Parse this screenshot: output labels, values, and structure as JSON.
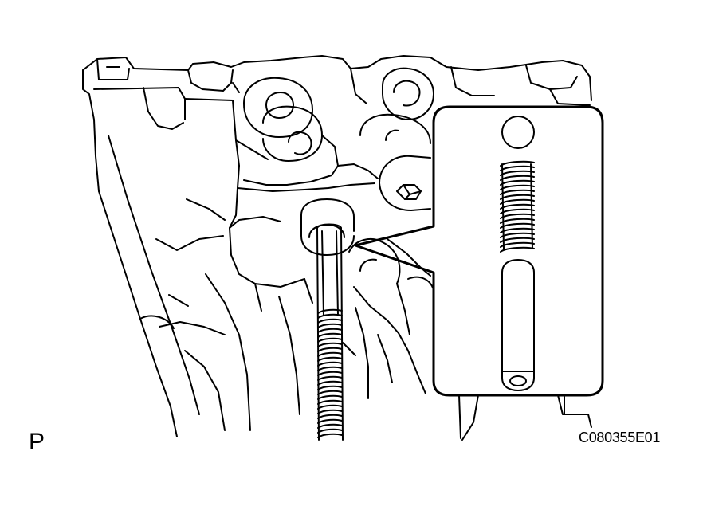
{
  "labels": {
    "view_label": "P",
    "figure_code": "C080355E01"
  },
  "colors": {
    "ink": "#000000",
    "background": "#ffffff"
  },
  "icons": {
    "housing": "transmission-housing-outline",
    "rod": "threaded-rod-icon",
    "callout": "detail-callout-icon",
    "ball": "check-ball-icon",
    "spring": "coil-spring-icon",
    "pin": "pin-icon"
  }
}
